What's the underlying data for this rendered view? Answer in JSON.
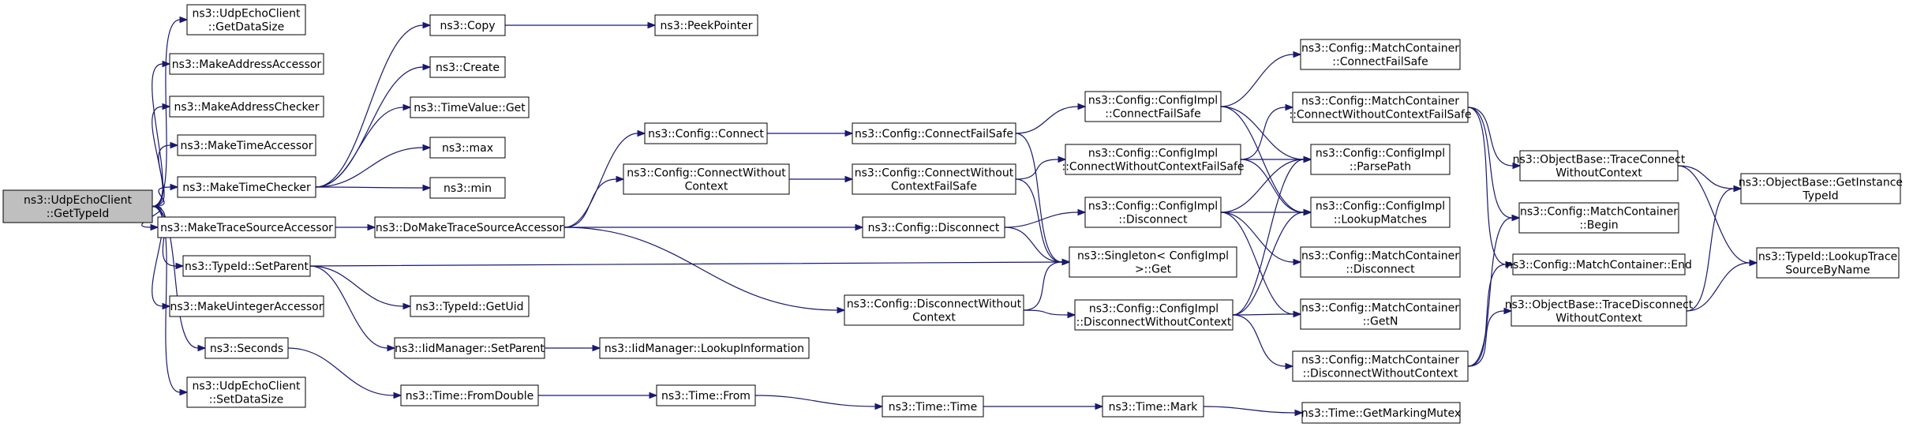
{
  "nodes": [
    {
      "id": "root",
      "lines": [
        "ns3::UdpEchoClient",
        "::GetTypeId"
      ],
      "root": true
    },
    {
      "id": "getDataSize",
      "lines": [
        "ns3::UdpEchoClient",
        "::GetDataSize"
      ]
    },
    {
      "id": "makeAddressAccessor",
      "lines": [
        "ns3::MakeAddressAccessor"
      ]
    },
    {
      "id": "makeAddressChecker",
      "lines": [
        "ns3::MakeAddressChecker"
      ]
    },
    {
      "id": "makeTimeAccessor",
      "lines": [
        "ns3::MakeTimeAccessor"
      ]
    },
    {
      "id": "makeTimeChecker",
      "lines": [
        "ns3::MakeTimeChecker"
      ]
    },
    {
      "id": "makeTraceSourceAccessor",
      "lines": [
        "ns3::MakeTraceSourceAccessor"
      ]
    },
    {
      "id": "typeIdSetParent",
      "lines": [
        "ns3::TypeId::SetParent"
      ]
    },
    {
      "id": "makeUintegerAccessor",
      "lines": [
        "ns3::MakeUintegerAccessor"
      ]
    },
    {
      "id": "seconds",
      "lines": [
        "ns3::Seconds"
      ]
    },
    {
      "id": "setDataSize",
      "lines": [
        "ns3::UdpEchoClient",
        "::SetDataSize"
      ]
    },
    {
      "id": "copy",
      "lines": [
        "ns3::Copy"
      ]
    },
    {
      "id": "create",
      "lines": [
        "ns3::Create"
      ]
    },
    {
      "id": "timeValueGet",
      "lines": [
        "ns3::TimeValue::Get"
      ]
    },
    {
      "id": "max",
      "lines": [
        "ns3::max"
      ]
    },
    {
      "id": "min",
      "lines": [
        "ns3::min"
      ]
    },
    {
      "id": "doMakeTraceSourceAccessor",
      "lines": [
        "ns3::DoMakeTraceSourceAccessor"
      ]
    },
    {
      "id": "typeIdGetUid",
      "lines": [
        "ns3::TypeId::GetUid"
      ]
    },
    {
      "id": "iidManagerSetParent",
      "lines": [
        "ns3::IidManager::SetParent"
      ]
    },
    {
      "id": "timeFromDouble",
      "lines": [
        "ns3::Time::FromDouble"
      ]
    },
    {
      "id": "peekPointer",
      "lines": [
        "ns3::PeekPointer"
      ]
    },
    {
      "id": "configConnect",
      "lines": [
        "ns3::Config::Connect"
      ]
    },
    {
      "id": "configConnectWithoutContext",
      "lines": [
        "ns3::Config::ConnectWithout",
        "Context"
      ]
    },
    {
      "id": "configDisconnectWithoutContext",
      "lines": [
        "ns3::Config::DisconnectWithout",
        "Context"
      ]
    },
    {
      "id": "iidManagerLookupInformation",
      "lines": [
        "ns3::IidManager::LookupInformation"
      ]
    },
    {
      "id": "timeFrom",
      "lines": [
        "ns3::Time::From"
      ]
    },
    {
      "id": "configConnectFailSafe",
      "lines": [
        "ns3::Config::ConnectFailSafe"
      ]
    },
    {
      "id": "configConnectWithoutContextFailSafe",
      "lines": [
        "ns3::Config::ConnectWithout",
        "ContextFailSafe"
      ]
    },
    {
      "id": "configDisconnect",
      "lines": [
        "ns3::Config::Disconnect"
      ]
    },
    {
      "id": "timeTime",
      "lines": [
        "ns3::Time::Time"
      ]
    },
    {
      "id": "implConnectFailSafe",
      "lines": [
        "ns3::Config::ConfigImpl",
        "::ConnectFailSafe"
      ]
    },
    {
      "id": "implConnectWithoutContextFailSafe",
      "lines": [
        "ns3::Config::ConfigImpl",
        "::ConnectWithoutContextFailSafe"
      ]
    },
    {
      "id": "implDisconnect",
      "lines": [
        "ns3::Config::ConfigImpl",
        "::Disconnect"
      ]
    },
    {
      "id": "singletonGet",
      "lines": [
        "ns3::Singleton< ConfigImpl",
        ">::Get"
      ]
    },
    {
      "id": "implDisconnectWithoutContext",
      "lines": [
        "ns3::Config::ConfigImpl",
        "::DisconnectWithoutContext"
      ]
    },
    {
      "id": "timeMark",
      "lines": [
        "ns3::Time::Mark"
      ]
    },
    {
      "id": "mcConnectFailSafe",
      "lines": [
        "ns3::Config::MatchContainer",
        "::ConnectFailSafe"
      ]
    },
    {
      "id": "mcConnectWithoutContextFailSafe",
      "lines": [
        "ns3::Config::MatchContainer",
        "::ConnectWithoutContextFailSafe"
      ]
    },
    {
      "id": "implParsePath",
      "lines": [
        "ns3::Config::ConfigImpl",
        "::ParsePath"
      ]
    },
    {
      "id": "implLookupMatches",
      "lines": [
        "ns3::Config::ConfigImpl",
        "::LookupMatches"
      ]
    },
    {
      "id": "mcDisconnect",
      "lines": [
        "ns3::Config::MatchContainer",
        "::Disconnect"
      ]
    },
    {
      "id": "mcGetN",
      "lines": [
        "ns3::Config::MatchContainer",
        "::GetN"
      ]
    },
    {
      "id": "mcDisconnectWithoutContext",
      "lines": [
        "ns3::Config::MatchContainer",
        "::DisconnectWithoutContext"
      ]
    },
    {
      "id": "timeGetMarkingMutex",
      "lines": [
        "ns3::Time::GetMarkingMutex"
      ]
    },
    {
      "id": "obTraceConnectWithoutContext",
      "lines": [
        "ns3::ObjectBase::TraceConnect",
        "WithoutContext"
      ]
    },
    {
      "id": "mcBegin",
      "lines": [
        "ns3::Config::MatchContainer",
        "::Begin"
      ]
    },
    {
      "id": "mcEnd",
      "lines": [
        "ns3::Config::MatchContainer::End"
      ]
    },
    {
      "id": "obTraceDisconnectWithoutContext",
      "lines": [
        "ns3::ObjectBase::TraceDisconnect",
        "WithoutContext"
      ]
    },
    {
      "id": "obGetInstanceTypeId",
      "lines": [
        "ns3::ObjectBase::GetInstance",
        "TypeId"
      ]
    },
    {
      "id": "typeIdLookupTraceSourceByName",
      "lines": [
        "ns3::TypeId::LookupTrace",
        "SourceByName"
      ]
    }
  ],
  "edges": [
    [
      "root",
      "getDataSize"
    ],
    [
      "root",
      "makeAddressAccessor"
    ],
    [
      "root",
      "makeAddressChecker"
    ],
    [
      "root",
      "makeTimeAccessor"
    ],
    [
      "root",
      "makeTimeChecker"
    ],
    [
      "root",
      "makeTraceSourceAccessor"
    ],
    [
      "root",
      "typeIdSetParent"
    ],
    [
      "root",
      "makeUintegerAccessor"
    ],
    [
      "root",
      "seconds"
    ],
    [
      "root",
      "setDataSize"
    ],
    [
      "makeTimeChecker",
      "copy"
    ],
    [
      "makeTimeChecker",
      "create"
    ],
    [
      "makeTimeChecker",
      "timeValueGet"
    ],
    [
      "makeTimeChecker",
      "max"
    ],
    [
      "makeTimeChecker",
      "min"
    ],
    [
      "copy",
      "peekPointer"
    ],
    [
      "makeTraceSourceAccessor",
      "doMakeTraceSourceAccessor"
    ],
    [
      "doMakeTraceSourceAccessor",
      "configConnect"
    ],
    [
      "doMakeTraceSourceAccessor",
      "configConnectWithoutContext"
    ],
    [
      "doMakeTraceSourceAccessor",
      "configDisconnect"
    ],
    [
      "doMakeTraceSourceAccessor",
      "configDisconnectWithoutContext"
    ],
    [
      "typeIdSetParent",
      "singletonGet"
    ],
    [
      "typeIdSetParent",
      "typeIdGetUid"
    ],
    [
      "typeIdSetParent",
      "iidManagerSetParent"
    ],
    [
      "iidManagerSetParent",
      "iidManagerLookupInformation"
    ],
    [
      "seconds",
      "timeFromDouble"
    ],
    [
      "timeFromDouble",
      "timeFrom"
    ],
    [
      "timeFrom",
      "timeTime"
    ],
    [
      "timeTime",
      "timeMark"
    ],
    [
      "timeMark",
      "timeGetMarkingMutex"
    ],
    [
      "configConnect",
      "configConnectFailSafe"
    ],
    [
      "configConnectWithoutContext",
      "configConnectWithoutContextFailSafe"
    ],
    [
      "configConnectFailSafe",
      "implConnectFailSafe"
    ],
    [
      "configConnectFailSafe",
      "singletonGet"
    ],
    [
      "configConnectWithoutContextFailSafe",
      "implConnectWithoutContextFailSafe"
    ],
    [
      "configConnectWithoutContextFailSafe",
      "singletonGet"
    ],
    [
      "configDisconnect",
      "implDisconnect"
    ],
    [
      "configDisconnect",
      "singletonGet"
    ],
    [
      "configDisconnectWithoutContext",
      "implDisconnectWithoutContext"
    ],
    [
      "configDisconnectWithoutContext",
      "singletonGet"
    ],
    [
      "implConnectFailSafe",
      "mcConnectFailSafe"
    ],
    [
      "implConnectFailSafe",
      "implParsePath"
    ],
    [
      "implConnectFailSafe",
      "implLookupMatches"
    ],
    [
      "implConnectWithoutContextFailSafe",
      "mcConnectWithoutContextFailSafe"
    ],
    [
      "implConnectWithoutContextFailSafe",
      "implParsePath"
    ],
    [
      "implConnectWithoutContextFailSafe",
      "implLookupMatches"
    ],
    [
      "implDisconnect",
      "implParsePath"
    ],
    [
      "implDisconnect",
      "implLookupMatches"
    ],
    [
      "implDisconnect",
      "mcDisconnect"
    ],
    [
      "implDisconnect",
      "mcGetN"
    ],
    [
      "implDisconnectWithoutContext",
      "implParsePath"
    ],
    [
      "implDisconnectWithoutContext",
      "implLookupMatches"
    ],
    [
      "implDisconnectWithoutContext",
      "mcGetN"
    ],
    [
      "implDisconnectWithoutContext",
      "mcDisconnectWithoutContext"
    ],
    [
      "mcConnectWithoutContextFailSafe",
      "obTraceConnectWithoutContext"
    ],
    [
      "mcConnectWithoutContextFailSafe",
      "mcBegin"
    ],
    [
      "mcConnectWithoutContextFailSafe",
      "mcEnd"
    ],
    [
      "mcDisconnectWithoutContext",
      "mcBegin"
    ],
    [
      "mcDisconnectWithoutContext",
      "mcEnd"
    ],
    [
      "mcDisconnectWithoutContext",
      "obTraceDisconnectWithoutContext"
    ],
    [
      "obTraceConnectWithoutContext",
      "obGetInstanceTypeId"
    ],
    [
      "obTraceConnectWithoutContext",
      "typeIdLookupTraceSourceByName"
    ],
    [
      "obTraceDisconnectWithoutContext",
      "obGetInstanceTypeId"
    ],
    [
      "obTraceDisconnectWithoutContext",
      "typeIdLookupTraceSourceByName"
    ]
  ]
}
